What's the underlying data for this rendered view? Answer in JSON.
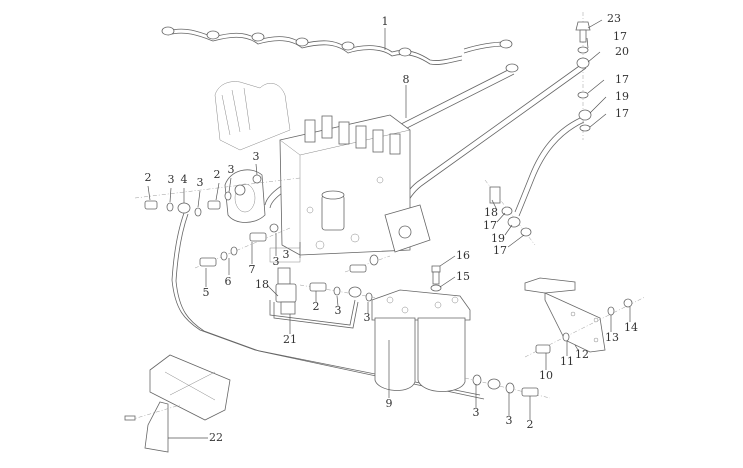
{
  "diagram": {
    "title": "Fuel system exploded parts diagram",
    "callouts": [
      {
        "id": "c1",
        "label": "1"
      },
      {
        "id": "c8",
        "label": "8"
      },
      {
        "id": "c23",
        "label": "23"
      },
      {
        "id": "c17a",
        "label": "17"
      },
      {
        "id": "c20",
        "label": "20"
      },
      {
        "id": "c17b",
        "label": "17"
      },
      {
        "id": "c19a",
        "label": "19"
      },
      {
        "id": "c17c",
        "label": "17"
      },
      {
        "id": "c2a",
        "label": "2"
      },
      {
        "id": "c3a",
        "label": "3"
      },
      {
        "id": "c4",
        "label": "4"
      },
      {
        "id": "c3b",
        "label": "3"
      },
      {
        "id": "c2b",
        "label": "2"
      },
      {
        "id": "c3c",
        "label": "3"
      },
      {
        "id": "c3d",
        "label": "3"
      },
      {
        "id": "c5",
        "label": "5"
      },
      {
        "id": "c6",
        "label": "6"
      },
      {
        "id": "c7",
        "label": "7"
      },
      {
        "id": "c3e",
        "label": "3"
      },
      {
        "id": "c3f",
        "label": "3"
      },
      {
        "id": "c18a",
        "label": "18"
      },
      {
        "id": "c21",
        "label": "21"
      },
      {
        "id": "c2c",
        "label": "2"
      },
      {
        "id": "c3g",
        "label": "3"
      },
      {
        "id": "c3h",
        "label": "3"
      },
      {
        "id": "c18b",
        "label": "18"
      },
      {
        "id": "c17d",
        "label": "17"
      },
      {
        "id": "c19b",
        "label": "19"
      },
      {
        "id": "c17e",
        "label": "17"
      },
      {
        "id": "c16",
        "label": "16"
      },
      {
        "id": "c15",
        "label": "15"
      },
      {
        "id": "c9",
        "label": "9"
      },
      {
        "id": "c3i",
        "label": "3"
      },
      {
        "id": "c3j",
        "label": "3"
      },
      {
        "id": "c2d",
        "label": "2"
      },
      {
        "id": "c10",
        "label": "10"
      },
      {
        "id": "c11",
        "label": "11"
      },
      {
        "id": "c12",
        "label": "12"
      },
      {
        "id": "c13",
        "label": "13"
      },
      {
        "id": "c14",
        "label": "14"
      },
      {
        "id": "c22",
        "label": "22"
      }
    ],
    "parts": [
      {
        "name": "fuel-return-pipe-assembly",
        "callout": "1"
      },
      {
        "name": "banjo-bolt",
        "callout": "2"
      },
      {
        "name": "sealing-washer",
        "callout": "3"
      },
      {
        "name": "fuel-pipe",
        "callout": "4"
      },
      {
        "name": "bolt",
        "callout": "5"
      },
      {
        "name": "washer",
        "callout": "6"
      },
      {
        "name": "hollow-bolt",
        "callout": "7"
      },
      {
        "name": "fuel-pipe",
        "callout": "8"
      },
      {
        "name": "fuel-filter-assembly",
        "callout": "9"
      },
      {
        "name": "bolt",
        "callout": "10"
      },
      {
        "name": "washer",
        "callout": "11"
      },
      {
        "name": "filter-bracket",
        "callout": "12"
      },
      {
        "name": "washer",
        "callout": "13"
      },
      {
        "name": "nut",
        "callout": "14"
      },
      {
        "name": "sealing-washer",
        "callout": "15"
      },
      {
        "name": "bleed-screw",
        "callout": "16"
      },
      {
        "name": "sealing-washer",
        "callout": "17"
      },
      {
        "name": "banjo-bolt",
        "callout": "18"
      },
      {
        "name": "banjo-fitting",
        "callout": "19"
      },
      {
        "name": "banjo-fitting",
        "callout": "20"
      },
      {
        "name": "solenoid-valve",
        "callout": "21"
      },
      {
        "name": "mounting-bracket",
        "callout": "22"
      },
      {
        "name": "banjo-bolt",
        "callout": "23"
      }
    ]
  }
}
